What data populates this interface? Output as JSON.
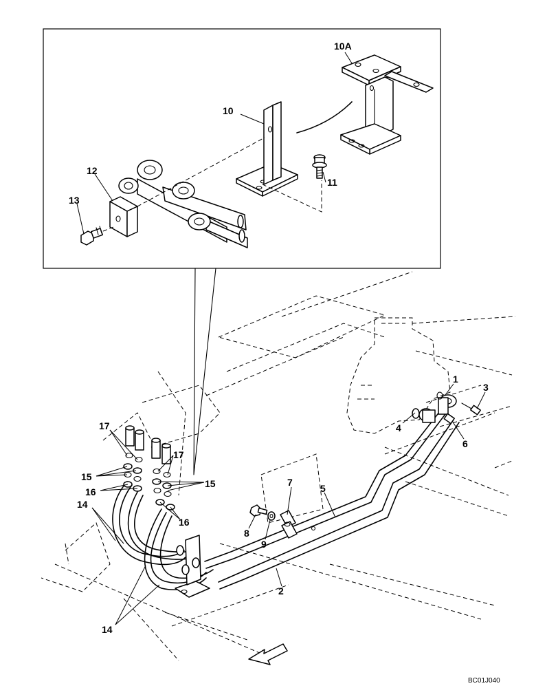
{
  "labels": {
    "p1": "1",
    "p2": "2",
    "p3": "3",
    "p4": "4",
    "p5": "5",
    "p6": "6",
    "p7": "7",
    "p8": "8",
    "p9": "9",
    "p10": "10",
    "p10a": "10A",
    "p11": "11",
    "p12": "12",
    "p13": "13",
    "p14a": "14",
    "p14b": "14",
    "p15a": "15",
    "p15b": "15",
    "p16a": "16",
    "p16b": "16",
    "p17a": "17",
    "p17b": "17"
  },
  "drawing_code": "BC01J040"
}
